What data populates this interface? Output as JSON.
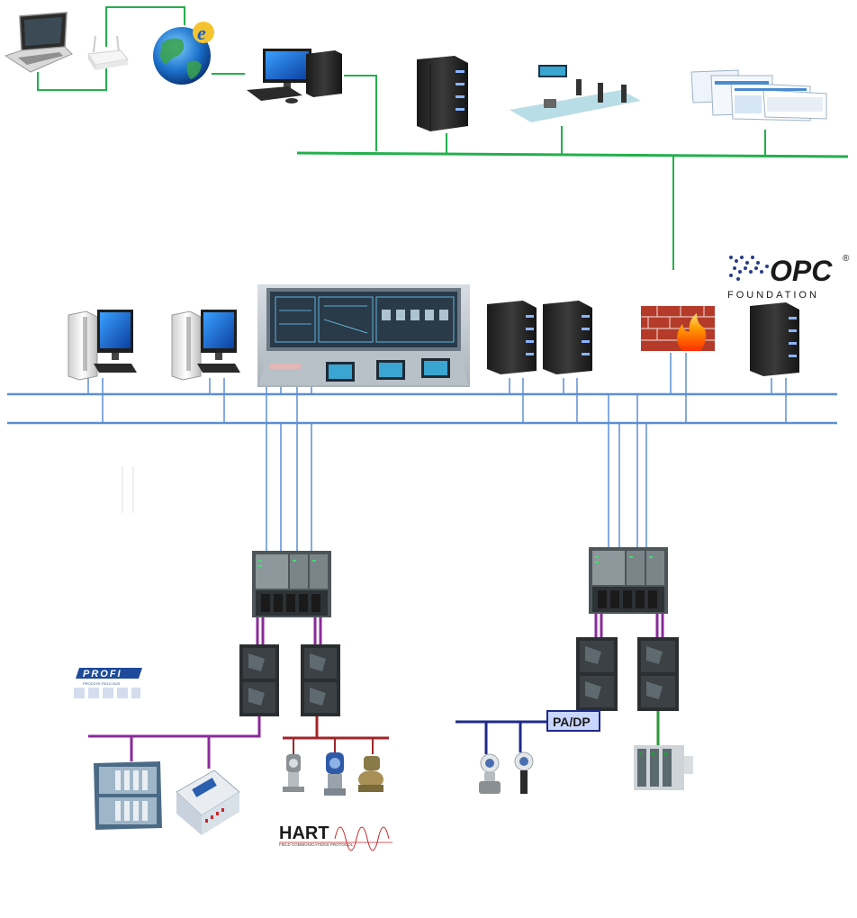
{
  "logos": {
    "opc_main": "OPC",
    "opc_sub": "FOUNDATION",
    "opc_reg": "®",
    "profi_main": "PROFI",
    "profi_sub": "PROCESS FIELD BUS",
    "hart_main": "HART",
    "hart_sub": "FIELD COMMUNICATIONS PROTOCOL"
  },
  "labels": {
    "pa_dp": "PA/DP"
  },
  "colors": {
    "office_net": "#22b04c",
    "control_net": "#5b8fd4",
    "profibus": "#8a2a9a",
    "hart_bus": "#a0262a",
    "pa_bus": "#1f2a8a",
    "field_green": "#2a9a3a",
    "pa_box": "#c9d6ff"
  },
  "icons": [
    "laptop-icon",
    "router-icon",
    "internet-explorer-globe-icon",
    "desktop-computer-icon",
    "server-tower-icon",
    "control-room-icon",
    "software-screens-icon",
    "workstation-icon",
    "operator-console-icon",
    "firewall-icon",
    "controller-rack-icon",
    "io-module-icon",
    "pressure-transmitter-icon",
    "flowmeter-icon",
    "remote-io-icon"
  ]
}
